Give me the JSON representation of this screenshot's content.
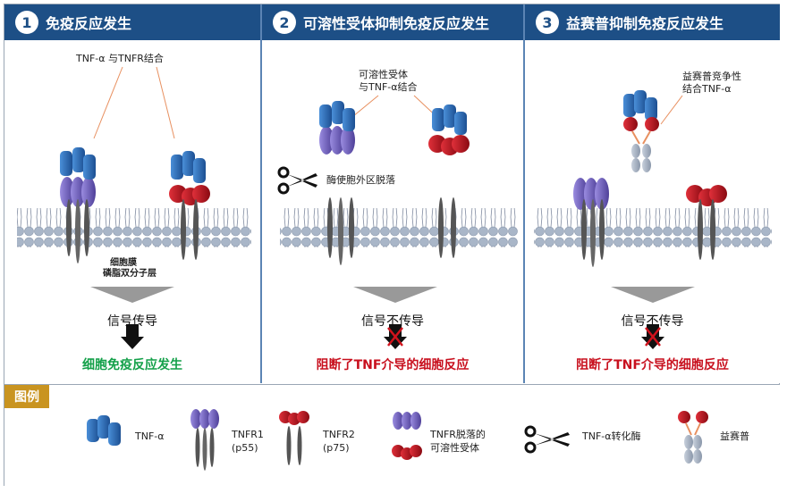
{
  "panels": [
    {
      "number": "1",
      "title": "免疫反应发生",
      "label_top": "TNF-α 与TNFR结合",
      "membrane_label_1": "细胞膜",
      "membrane_label_2": "磷脂双分子层",
      "signal": "信号传导",
      "result": "细胞免疫反应发生"
    },
    {
      "number": "2",
      "title": "可溶性受体抑制免疫反应发生",
      "label_top_1": "可溶性受体",
      "label_top_2": "与TNF-α结合",
      "scissors_label": "酶使胞外区脱落",
      "signal": "信号不传导",
      "result": "阻断了TNF介导的细胞反应"
    },
    {
      "number": "3",
      "title": "益赛普抑制免疫反应发生",
      "label_top_1": "益赛普竞争性",
      "label_top_2": "结合TNF-α",
      "signal": "信号不传导",
      "result": "阻断了TNF介导的细胞反应"
    }
  ],
  "legend": {
    "title": "图例",
    "items": [
      "TNF-α",
      "TNFR1",
      "(p55)",
      "TNFR2",
      "(p75)",
      "TNFR脱落的",
      "可溶性受体",
      "TNF-α转化酶",
      "益赛普"
    ]
  },
  "colors": {
    "header": "#1d4f86",
    "tnf": "#2a6db8",
    "tnfr1": "#6f5fb8",
    "tnfr2": "#c0141f",
    "green": "#13a049",
    "red": "#c8101e",
    "legend_tag": "#c99420"
  }
}
